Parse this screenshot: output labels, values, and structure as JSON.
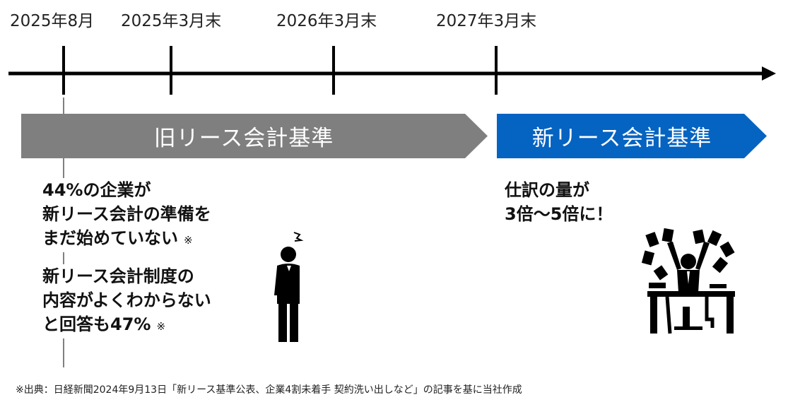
{
  "timeline": {
    "dates": [
      "2025年8月",
      "2025年3月末",
      "2026年3月末",
      "2027年3月末"
    ]
  },
  "banners": {
    "old": "旧リース会計基準",
    "new": "新リース会計基準"
  },
  "notes": {
    "left1": [
      "44%の企業が",
      "新リース会計の準備を",
      "まだ始めていない"
    ],
    "left2": [
      "新リース会計制度の",
      "内容がよくわからない",
      "と回答も47%"
    ],
    "right": [
      "仕訳の量が",
      "3倍～5倍に！"
    ],
    "ref_mark": "※"
  },
  "source": "※出典：日経新聞2024年9月13日「新リース基準公表、企業4割未着手 契約洗い出しなど」の記事を基に当社作成",
  "colors": {
    "old": "#7f7f7f",
    "new": "#0563c1",
    "line": "#000000"
  },
  "icons": {
    "left": "confused-person-icon",
    "right": "overwhelmed-worker-icon"
  }
}
